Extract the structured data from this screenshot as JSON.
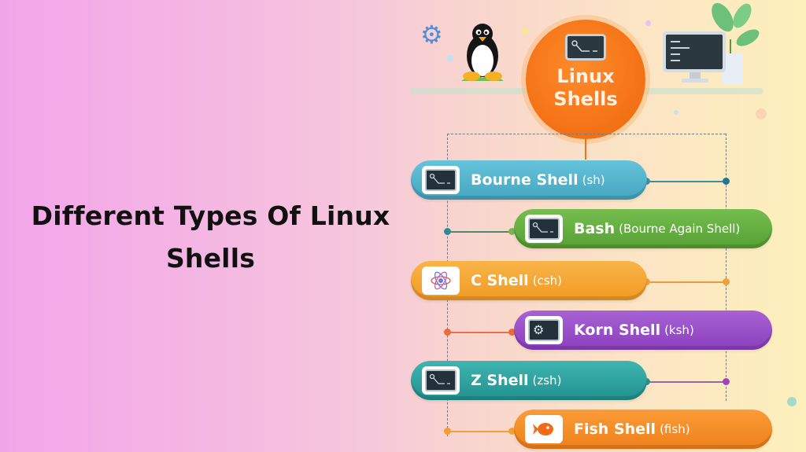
{
  "title": {
    "line1": "Different Types Of Linux",
    "line2": "Shells"
  },
  "hub": {
    "line1": "Linux",
    "line2": "Shells",
    "icon": "terminal-icon",
    "color": "#f57417"
  },
  "illustration": {
    "left_icons": [
      "gear-icon",
      "tux-penguin-icon"
    ],
    "right_icons": [
      "monitor-terminal-icon",
      "plant-icon"
    ]
  },
  "shells": [
    {
      "name": "Bourne Shell",
      "abbr": "(sh)",
      "icon": "terminal-icon",
      "color": "#4fb3cc",
      "side": "left"
    },
    {
      "name": "Bash",
      "abbr": "(Bourne Again Shell)",
      "icon": "terminal-icon",
      "color": "#5ea83d",
      "side": "right"
    },
    {
      "name": "C Shell",
      "abbr": "(csh)",
      "icon": "atom-icon",
      "color": "#f5a432",
      "side": "left"
    },
    {
      "name": "Korn Shell",
      "abbr": "(ksh)",
      "icon": "terminal-gear-icon",
      "color": "#9b4fc9",
      "side": "right"
    },
    {
      "name": "Z Shell",
      "abbr": "(zsh)",
      "icon": "terminal-icon",
      "color": "#2fa4a2",
      "side": "left"
    },
    {
      "name": "Fish Shell",
      "abbr": "(fish)",
      "icon": "fish-icon",
      "color": "#f58a1f",
      "side": "right"
    }
  ]
}
